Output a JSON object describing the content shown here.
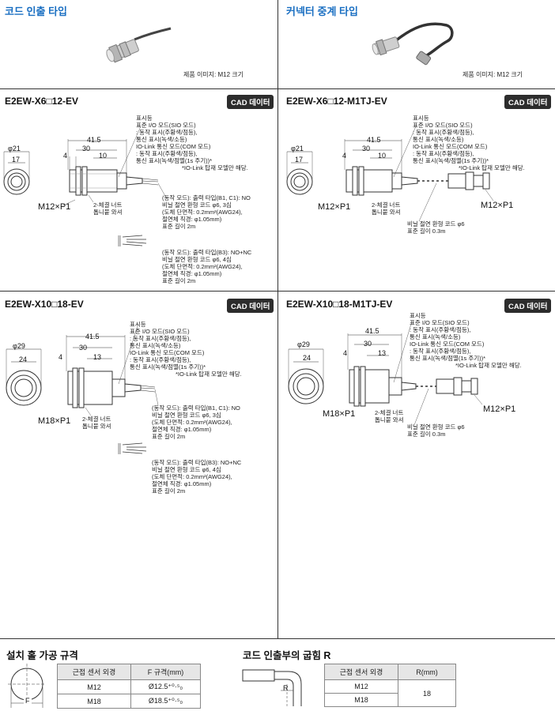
{
  "top": {
    "left_title": "코드 인출 타입",
    "right_title": "커넥터 중계 타입",
    "left_caption": "제품 이미지: M12 크기",
    "right_caption": "제품 이미지: M12 크기"
  },
  "cad_label": "CAD 데이터",
  "panels": [
    {
      "model": "E2EW-X6□12-EV",
      "dims": {
        "d1": "41.5",
        "d2": "30",
        "d3": "10",
        "d4": "4",
        "phi_outer": "φ21",
        "phi_inner": "17",
        "thread": "M12×P1"
      },
      "nut": [
        "2-체결 너트",
        "톱니붙 와셔"
      ],
      "lamp": [
        "표시등",
        "표준 I/O 모드(SIO 모드)",
        ": 동작 표시(주황색/점등),",
        "통신 표시(녹색/소등)",
        "IO-Link 통신 모드(COM 모드)",
        ": 동작 표시(주황색/점등),",
        "통신 표시(녹색/점멸(1s 주기))*"
      ],
      "iolink_note": "*IO-Link 탑재 모델만 해당.",
      "cable1": [
        "(동작 모드): 출력 타입(B1, C1): NO",
        "비닐 절연 환형 코드 φ6, 3심",
        "(도체 단면적: 0.2mm²(AWG24),",
        "절연체 직경: φ1.05mm)",
        "표준 길이 2m"
      ],
      "cable2": [
        "(동작 모드): 출력 타입(B3): NO+NC",
        "비닐 절연 환형 코드 φ6, 4심",
        "(도체 단면적: 0.2mm²(AWG24),",
        "절연체 직경: φ1.05mm)",
        "표준 길이 2m"
      ]
    },
    {
      "model": "E2EW-X6□12-M1TJ-EV",
      "dims": {
        "d1": "41.5",
        "d2": "30",
        "d3": "10",
        "d4": "4",
        "phi_outer": "φ21",
        "phi_inner": "17",
        "thread": "M12×P1",
        "connector": "M12×P1"
      },
      "nut": [
        "2-체결 너트",
        "톱니붙 와셔"
      ],
      "lamp": [
        "표시등",
        "표준 I/O 모드(SIO 모드)",
        ": 동작 표시(주황색/점등),",
        "통신 표시(녹색/소등)",
        "IO-Link 통신 모드(COM 모드)",
        ": 동작 표시(주황색/점등),",
        "통신 표시(녹색/점멸(1s 주기))*"
      ],
      "iolink_note": "*IO-Link 탑재 모델만 해당.",
      "cable": [
        "비닐 절연 환형 코드 φ6",
        "표준 길이 0.3m"
      ]
    },
    {
      "model": "E2EW-X10□18-EV",
      "dims": {
        "d1": "41.5",
        "d2": "30",
        "d3": "13",
        "d4": "4",
        "phi_outer": "φ29",
        "phi_inner": "24",
        "thread": "M18×P1"
      },
      "nut": [
        "2-체결 너트",
        "톱니붙 와셔"
      ],
      "lamp": [
        "표시등",
        "표준 I/O 모드(SIO 모드)",
        ": 동작 표시(주황색/점등),",
        "통신 표시(녹색/소등)",
        "IO-Link 통신 모드(COM 모드)",
        ": 동작 표시(주황색/점등),",
        "통신 표시(녹색/점멸(1s 주기))*"
      ],
      "iolink_note": "*IO-Link 탑재 모델만 해당.",
      "cable1": [
        "(동작 모드): 출력 타입(B1, C1): NO",
        "비닐 절연 환형 코드 φ6, 3심",
        "(도체 단면적: 0.2mm²(AWG24),",
        "절연체 직경: φ1.05mm)",
        "표준 길이 2m"
      ],
      "cable2": [
        "(동작 모드): 출력 타입(B3): NO+NC",
        "비닐 절연 환형 코드 φ6, 4심",
        "(도체 단면적: 0.2mm²(AWG24),",
        "절연체 직경: φ1.05mm)",
        "표준 길이 2m"
      ]
    },
    {
      "model": "E2EW-X10□18-M1TJ-EV",
      "dims": {
        "d1": "41.5",
        "d2": "30",
        "d3": "13",
        "d4": "4",
        "phi_outer": "φ29",
        "phi_inner": "24",
        "thread": "M18×P1",
        "connector": "M12×P1"
      },
      "nut": [
        "2-체결 너트",
        "톱니붙 와셔"
      ],
      "lamp": [
        "표시등",
        "표준 I/O 모드(SIO 모드)",
        ": 동작 표시(주황색/점등),",
        "통신 표시(녹색/소등)",
        "IO-Link 통신 모드(COM 모드)",
        ": 동작 표시(주황색/점등),",
        "통신 표시(녹색/점멸(1s 주기))*"
      ],
      "iolink_note": "*IO-Link 탑재 모델만 해당.",
      "cable": [
        "비닐 절연 환형 코드 φ6",
        "표준 길이 0.3m"
      ]
    }
  ],
  "mount": {
    "title": "설치 홀 가공 규격",
    "f_label": "F",
    "headers": [
      "근접 센서 외경",
      "F 규격(mm)"
    ],
    "rows": [
      [
        "M12",
        "Ø12.5⁺⁰·⁵₀"
      ],
      [
        "M18",
        "Ø18.5⁺⁰·⁵₀"
      ]
    ]
  },
  "bend": {
    "title": "코드 인출부의 굽힘 R",
    "r_label": "R",
    "headers": [
      "근접 센서 외경",
      "R(mm)"
    ],
    "rows": [
      [
        "M12"
      ],
      [
        "M18"
      ]
    ],
    "r_value": "18"
  }
}
